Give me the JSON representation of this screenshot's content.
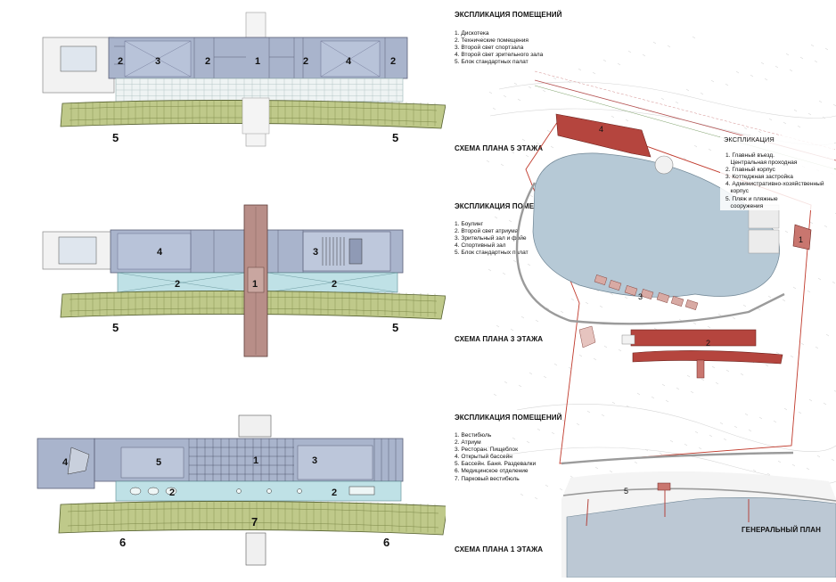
{
  "plans": {
    "floor5": {
      "title": "СХЕМА ПЛАНА 5 ЭТАЖА",
      "labels": [
        "2",
        "3",
        "2",
        "1",
        "2",
        "4",
        "2",
        "5",
        "5"
      ],
      "legend_title": "ЭКСПЛИКАЦИЯ ПОМЕЩЕНИЙ",
      "legend": [
        "1. Дискотека",
        "2. Технические помещения",
        "3. Второй свет спортзала",
        "4. Второй свет зрительного зала",
        "5. Блок стандартных палат"
      ]
    },
    "floor3": {
      "title": "СХЕМА ПЛАНА 3 ЭТАЖА",
      "labels": [
        "4",
        "3",
        "2",
        "1",
        "2",
        "5",
        "5"
      ],
      "legend_title": "ЭКСПЛИКАЦИЯ ПОМЕЩЕНИЙ",
      "legend": [
        "1. Боулинг",
        "2. Второй свет атриума",
        "3. Зрительный зал и фойе",
        "4. Спортивный зал",
        "5. Блок стандартных палат"
      ]
    },
    "floor1": {
      "title": "СХЕМА ПЛАНА 1 ЭТАЖА",
      "labels": [
        "4",
        "5",
        "1",
        "3",
        "2",
        "2",
        "7",
        "6",
        "6"
      ],
      "legend_title": "ЭКСПЛИКАЦИЯ ПОМЕЩЕНИЙ",
      "legend": [
        "1. Вестибюль",
        "2. Атриум",
        "3. Ресторан. Пищеблок",
        "4. Открытый бассейн",
        "5. Бассейн. Баня. Раздевалки",
        "6. Медицинское отделение",
        "7. Парковый вестибюль"
      ]
    }
  },
  "site": {
    "title": "ГЕНЕРАЛЬНЫЙ ПЛАН",
    "legend_title": "ЭКСПЛИКАЦИЯ",
    "legend": [
      "1. Главный въезд.",
      "   Центральная проходная",
      "2. Главный корпус",
      "3. Коттеджная застройка",
      "4. Административно-хозяйственный",
      "   корпус",
      "5. Пляж и пляжные",
      "   сооружения"
    ],
    "labels": [
      "1",
      "2",
      "3",
      "4",
      "5"
    ]
  },
  "colors": {
    "block_blue": "#a9b4cc",
    "block_blue_dark": "#8f9ab5",
    "atrium": "#bfe1e6",
    "wards": "#bfc98a",
    "wards_dark": "#a9b56e",
    "corridor": "#b88e88",
    "lake": "#b6c9d6",
    "sea": "#bcc8d4",
    "building_red": "#b5453e",
    "cottage": "#d8aaa4"
  }
}
